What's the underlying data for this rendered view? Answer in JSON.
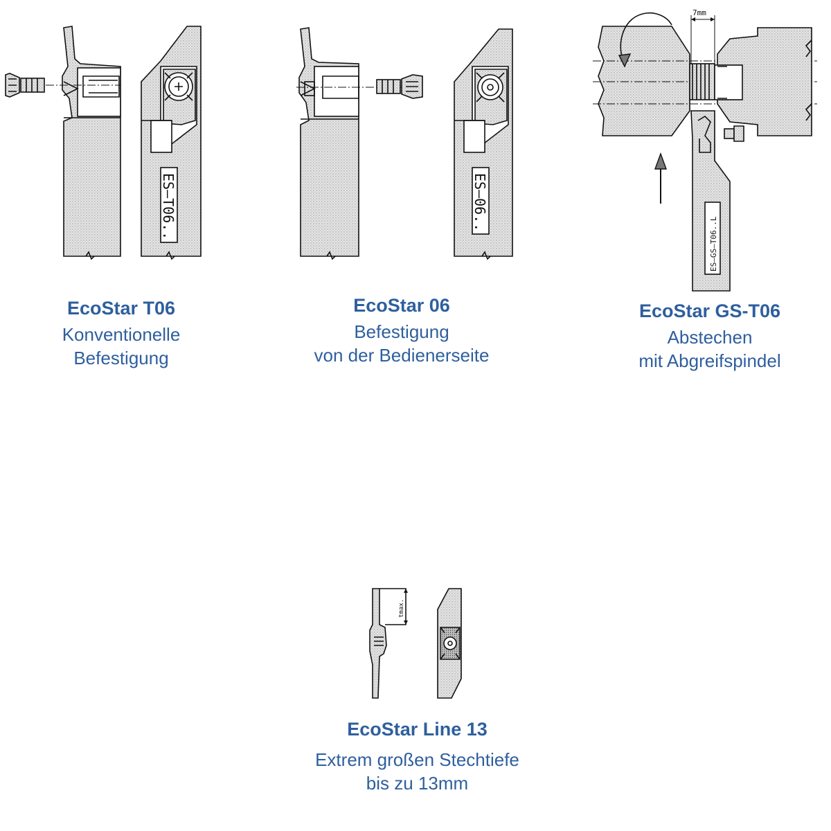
{
  "panels": [
    {
      "id": "ecostar-t06",
      "title": "EcoStar T06",
      "lines": [
        "Konventionelle",
        "Befestigung"
      ],
      "label": "ES–T06.."
    },
    {
      "id": "ecostar-06",
      "title": "EcoStar 06",
      "lines": [
        "Befestigung",
        "von der Bedienerseite"
      ],
      "label": "ES–06.."
    },
    {
      "id": "ecostar-gs-t06",
      "title": "EcoStar GS-T06",
      "lines": [
        "Abstechen",
        "mit Abgreifspindel"
      ],
      "label": "ES–GS–T06..L",
      "dimension": "7mm"
    },
    {
      "id": "ecostar-line-13",
      "title": "EcoStar Line 13",
      "lines": [
        "Extrem großen Stechtiefe",
        "bis zu 13mm"
      ],
      "dimension": "tmax."
    }
  ],
  "colors": {
    "caption": "#2e5f9e",
    "hatch": "#c9c9c9"
  }
}
